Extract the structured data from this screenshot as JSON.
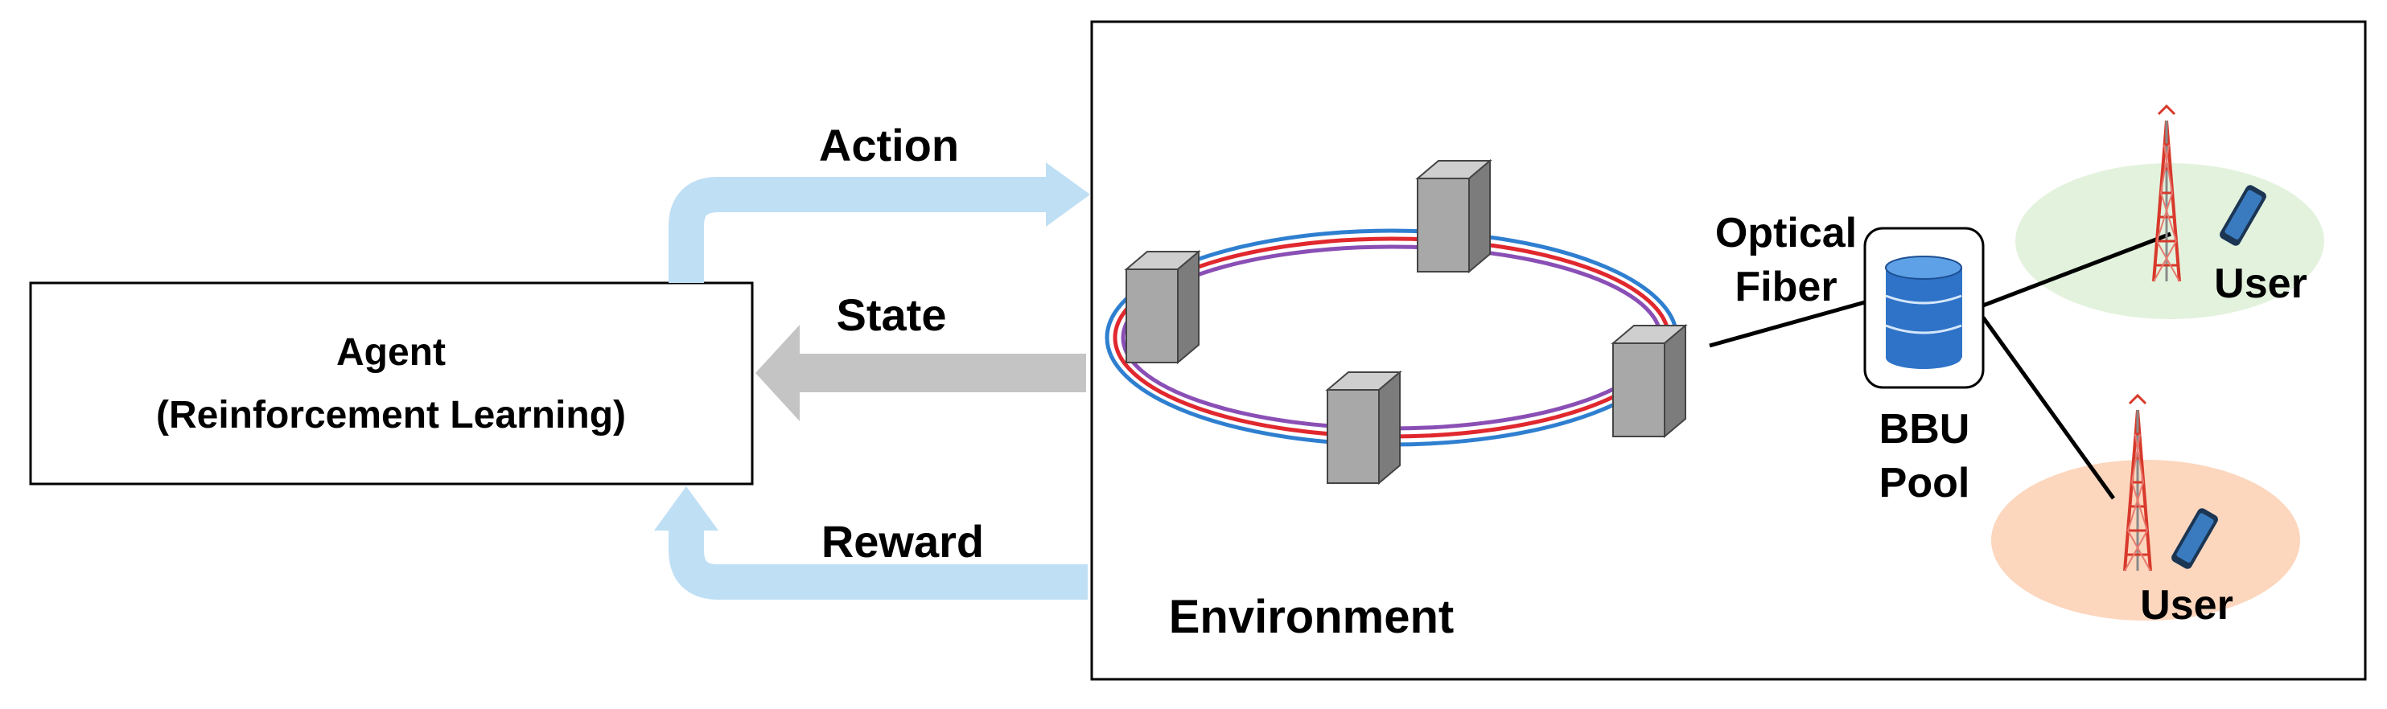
{
  "agent": {
    "title": "Agent",
    "subtitle": "(Reinforcement Learning)"
  },
  "signals": {
    "action": "Action",
    "state": "State",
    "reward": "Reward"
  },
  "environment": {
    "title": "Environment",
    "fiber_label_line1": "Optical",
    "fiber_label_line2": "Fiber",
    "bbu_label_line1": "BBU",
    "bbu_label_line2": "Pool",
    "user_top": "User",
    "user_bottom": "User"
  },
  "colors": {
    "flow_arrow": "#bfdff5",
    "state_arrow": "#c4c4c4",
    "ring_blue": "#2f7fd0",
    "ring_red": "#e0282e",
    "ring_purple": "#8a4fb5",
    "node_gray": "#9e9e9e",
    "bbu_blue": "#2f73c8",
    "cell_green": "#e3f2dd",
    "cell_orange": "#fcd6bd",
    "tower_red": "#d8392b"
  }
}
